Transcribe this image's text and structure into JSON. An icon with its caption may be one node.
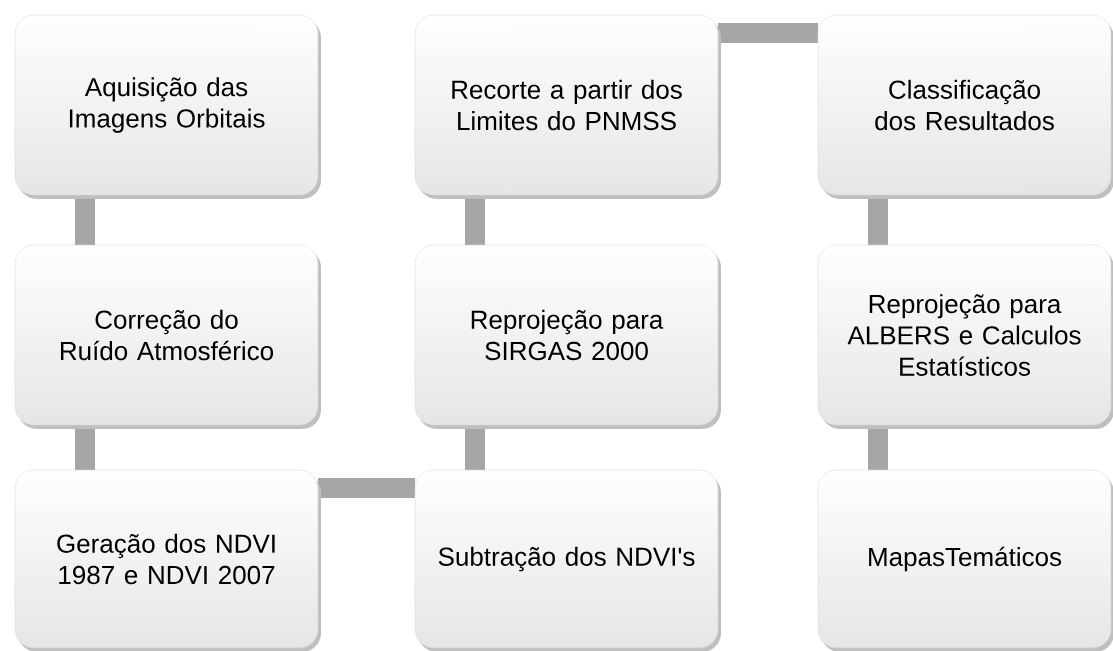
{
  "diagram": {
    "nodes": [
      {
        "text": [
          "Aquisição das Imagens Orbitais"
        ]
      },
      {
        "text": [
          "Recorte a partir dos Limites do PNMSS"
        ]
      },
      {
        "text": [
          "Classificação dos Resultados"
        ]
      },
      {
        "text": [
          "Correção do Ruído Atmosférico"
        ]
      },
      {
        "text": [
          "Reprojeção para SIRGAS 2000"
        ]
      },
      {
        "text": [
          "Reprojeção para ALBERS e Calculos Estatísticos"
        ]
      },
      {
        "text": [
          "Geração dos NDVI 1987 e NDVI 2007"
        ]
      },
      {
        "text": [
          "Subtração dos NDVI's"
        ]
      },
      {
        "text": [
          "MapasTemáticos"
        ]
      }
    ],
    "edges": [
      {
        "from": 0,
        "to": 3,
        "arrow": "none"
      },
      {
        "from": 3,
        "to": 6,
        "arrow": "none"
      },
      {
        "from": 6,
        "to": 7,
        "arrow": "none"
      },
      {
        "from": 7,
        "to": 4,
        "arrow": "none"
      },
      {
        "from": 4,
        "to": 1,
        "arrow": "none"
      },
      {
        "from": 1,
        "to": 2,
        "arrow": "none"
      },
      {
        "from": 2,
        "to": 5,
        "arrow": "none"
      },
      {
        "from": 5,
        "to": 8,
        "arrow": "none"
      }
    ]
  }
}
